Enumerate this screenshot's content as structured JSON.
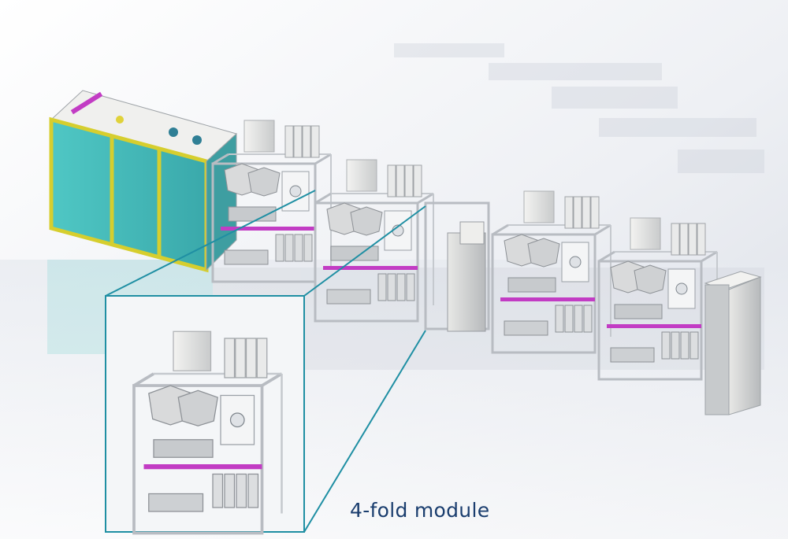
{
  "caption": "4-fold module",
  "colors": {
    "callout_line": "#1f8fa3",
    "caption_text": "#1a3d6e",
    "glass_panel": "#4fc7c4",
    "frame_yellow": "#e6dc3a",
    "accent_magenta": "#c23cc4"
  },
  "scene": {
    "description_items": [
      "cleanroom-enclosure",
      "process-module",
      "process-module",
      "control-cabinet",
      "process-module",
      "process-module",
      "end-cabinet"
    ],
    "module_count": 4
  }
}
